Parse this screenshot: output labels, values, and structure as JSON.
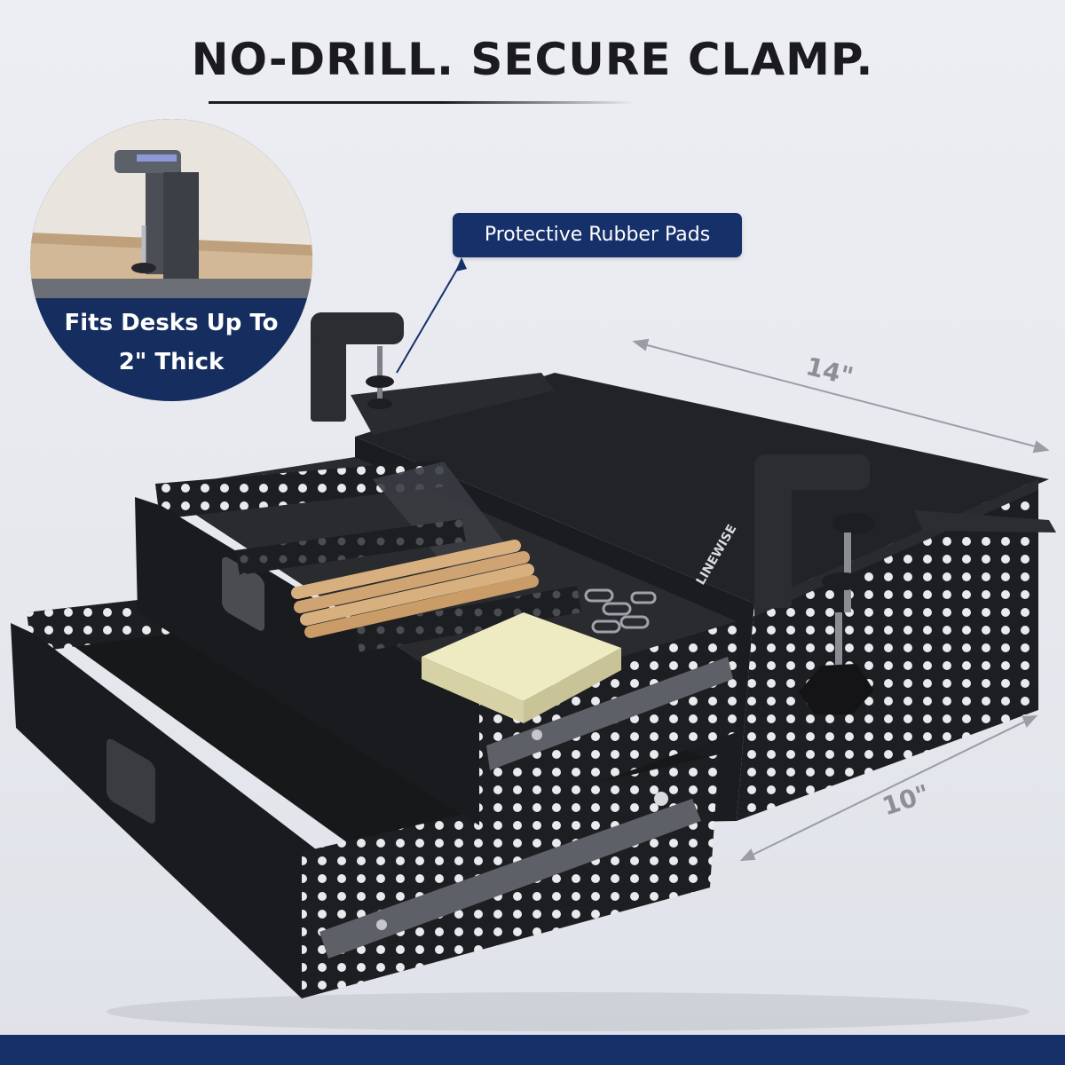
{
  "headline": "NO-DRILL. SECURE CLAMP.",
  "inset": {
    "caption_line1": "Fits Desks Up To",
    "caption_line2": "2\" Thick"
  },
  "callout": {
    "label": "Protective Rubber Pads"
  },
  "product": {
    "brand_mark": "LINEWISE"
  },
  "dimensions": {
    "width": "14\"",
    "depth": "10\""
  },
  "colors": {
    "navy": "#16306a",
    "background": "#e6e8ee",
    "product_black": "#1c1d20",
    "dimension_gray": "#8c8f96"
  }
}
